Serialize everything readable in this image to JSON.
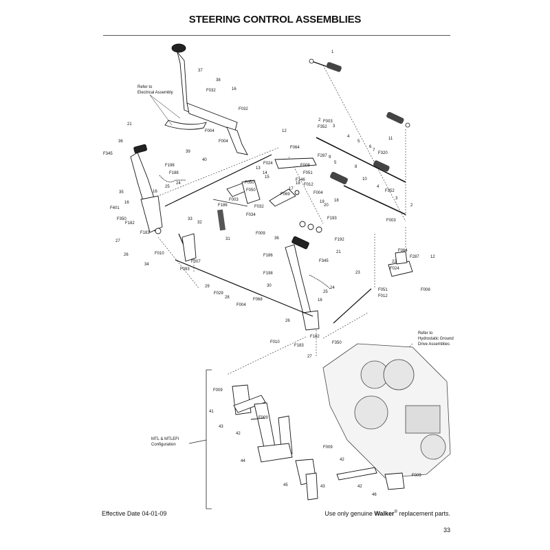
{
  "page": {
    "title": "STEERING CONTROL ASSEMBLIES",
    "effective_date": "Effective Date 04-01-09",
    "tagline_prefix": "Use only genuine ",
    "tagline_brand": "Walker",
    "tagline_mark": "®",
    "tagline_suffix": " replacement parts.",
    "page_number": "33"
  },
  "notes": [
    {
      "id": "electrical",
      "lines": [
        "Refer to",
        "Electrical Assembly"
      ]
    },
    {
      "id": "hydro",
      "lines": [
        "Refer to",
        "Hydrostatic Ground",
        "Drive Assemblies"
      ]
    },
    {
      "id": "mtl",
      "lines": [
        "MTL & MTLEFI",
        "Configuration"
      ]
    }
  ],
  "callouts": [
    "1",
    "37",
    "38",
    "F032",
    "16",
    "F032",
    "F004",
    "F004",
    "39",
    "21",
    "36",
    "F345",
    "F198",
    "F188",
    "16",
    "25",
    "24",
    "40",
    "12",
    "F064",
    "F287",
    "F024",
    "F008",
    "13",
    "14",
    "15",
    "F050",
    "F050",
    "F069",
    "17",
    "18",
    "F012",
    "F051",
    "F146",
    "F004",
    "9",
    "5",
    "8",
    "2",
    "F003",
    "3",
    "F352",
    "4",
    "5",
    "6",
    "7",
    "F320",
    "11",
    "10",
    "4",
    "F352",
    "3",
    "2",
    "F003",
    "20",
    "19",
    "18",
    "F193",
    "F192",
    "F034",
    "F032",
    "F186",
    "F003",
    "32",
    "33",
    "31",
    "35",
    "16",
    "F401",
    "F350",
    "F182",
    "27",
    "F183",
    "26",
    "F010",
    "34",
    "F007",
    "F093",
    "F009",
    "36",
    "21",
    "F186",
    "F198",
    "F345",
    "24",
    "25",
    "16",
    "29",
    "28",
    "F029",
    "F004",
    "F068",
    "30",
    "23",
    "F064",
    "F287",
    "12",
    "22",
    "F024",
    "F008",
    "F051",
    "F012",
    "26",
    "F010",
    "F183",
    "F182",
    "F350",
    "27",
    "F009",
    "41",
    "F009",
    "43",
    "42",
    "44",
    "F009",
    "42",
    "45",
    "43",
    "42",
    "46",
    "F009"
  ]
}
